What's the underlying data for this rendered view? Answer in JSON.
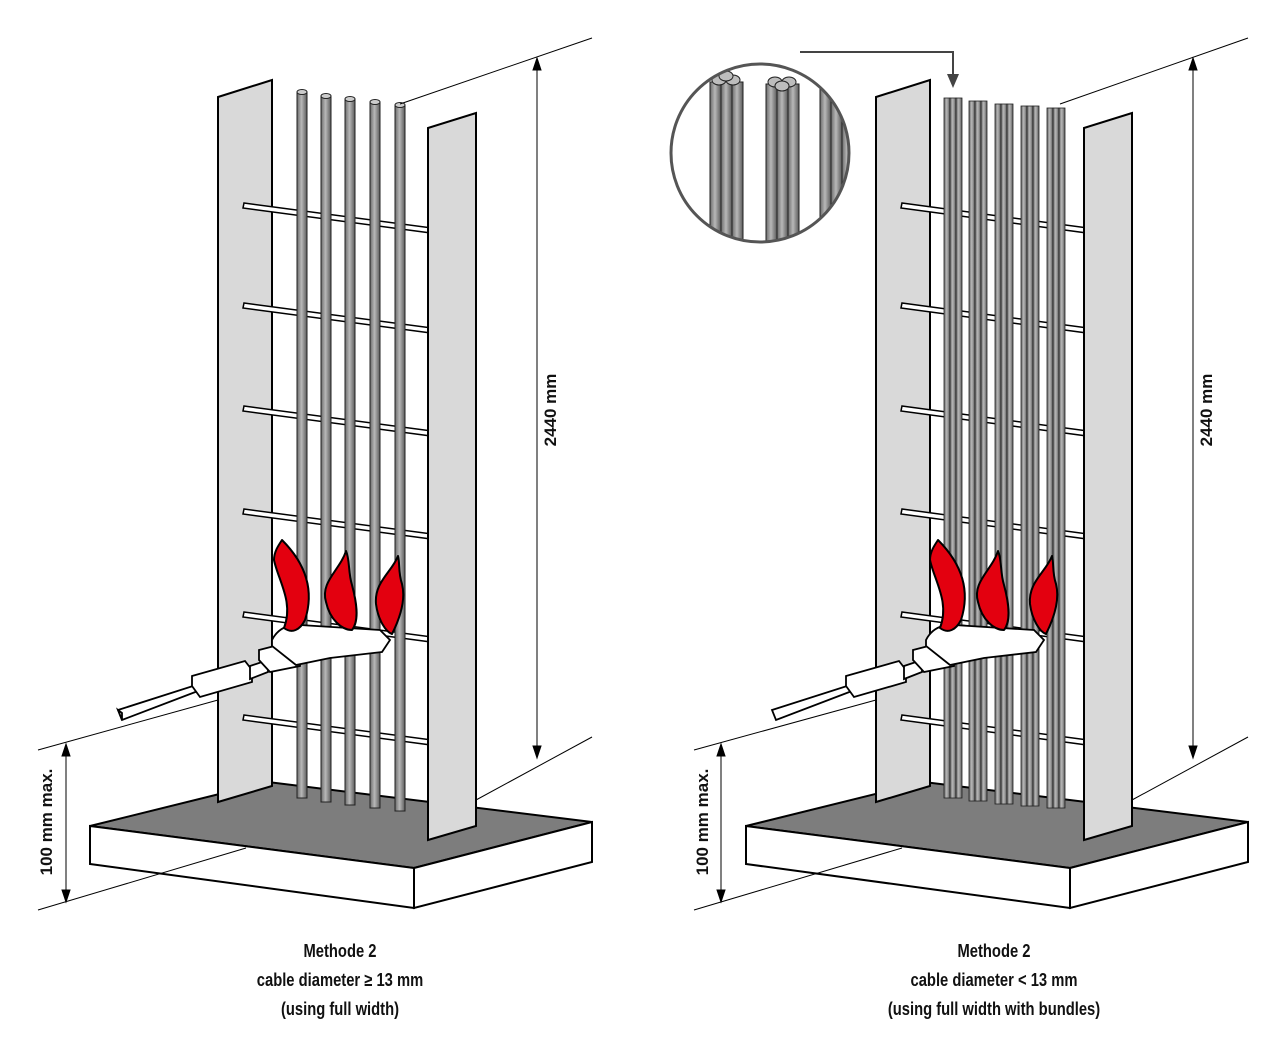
{
  "figures": [
    {
      "id": "left",
      "height_label": "2440 mm",
      "base_label": "100 mm max.",
      "caption": {
        "line1": "Methode 2",
        "line2": "cable diameter ≥ 13 mm",
        "line3": "(using full width)"
      }
    },
    {
      "id": "right",
      "height_label": "2440 mm",
      "base_label": "100 mm max.",
      "caption": {
        "line1": "Methode 2",
        "line2": "cable diameter < 13 mm",
        "line3": "(using full width with bundles)"
      }
    }
  ],
  "colors": {
    "flame": "#e3000f",
    "panel": "#d9d9d9",
    "base_top": "#7d7d7d",
    "cable": "#8a8a8a"
  }
}
